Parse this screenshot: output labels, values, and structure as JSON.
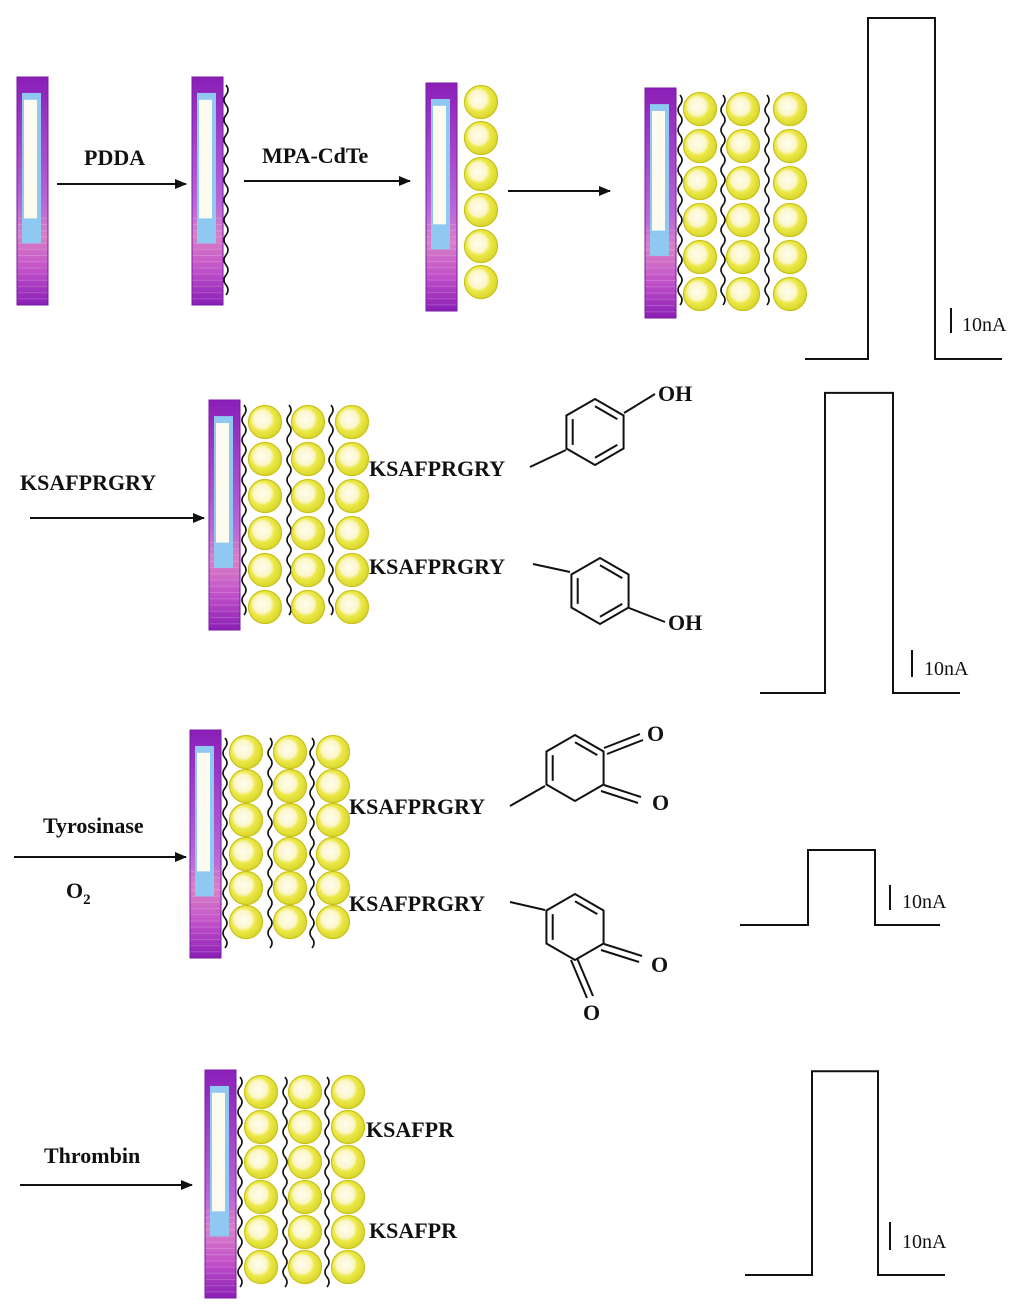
{
  "steps": {
    "pdda": "PDDA",
    "mpa_cdte": "MPA-CdTe",
    "peptide": "KSAFPRGRY",
    "tyrosinase": "Tyrosinase",
    "o2_main": "O",
    "o2_sub": "2",
    "thrombin": "Thrombin"
  },
  "peptides": {
    "full": "KSAFPRGRY",
    "cleaved": "KSAFPR"
  },
  "chem": {
    "oh": "OH",
    "o": "O"
  },
  "signals": {
    "scale_label": "10nA",
    "amplitudes_rel": [
      1.0,
      0.88,
      0.22,
      0.7
    ]
  },
  "colors": {
    "electrode_top": "#8b1fb8",
    "electrode_band": "#8fc8f0",
    "electrode_window": "#fdfaf0",
    "qd_fill": "#e4e43a",
    "qd_core": "#fffbe6",
    "qd_stroke": "#c9c21a"
  }
}
